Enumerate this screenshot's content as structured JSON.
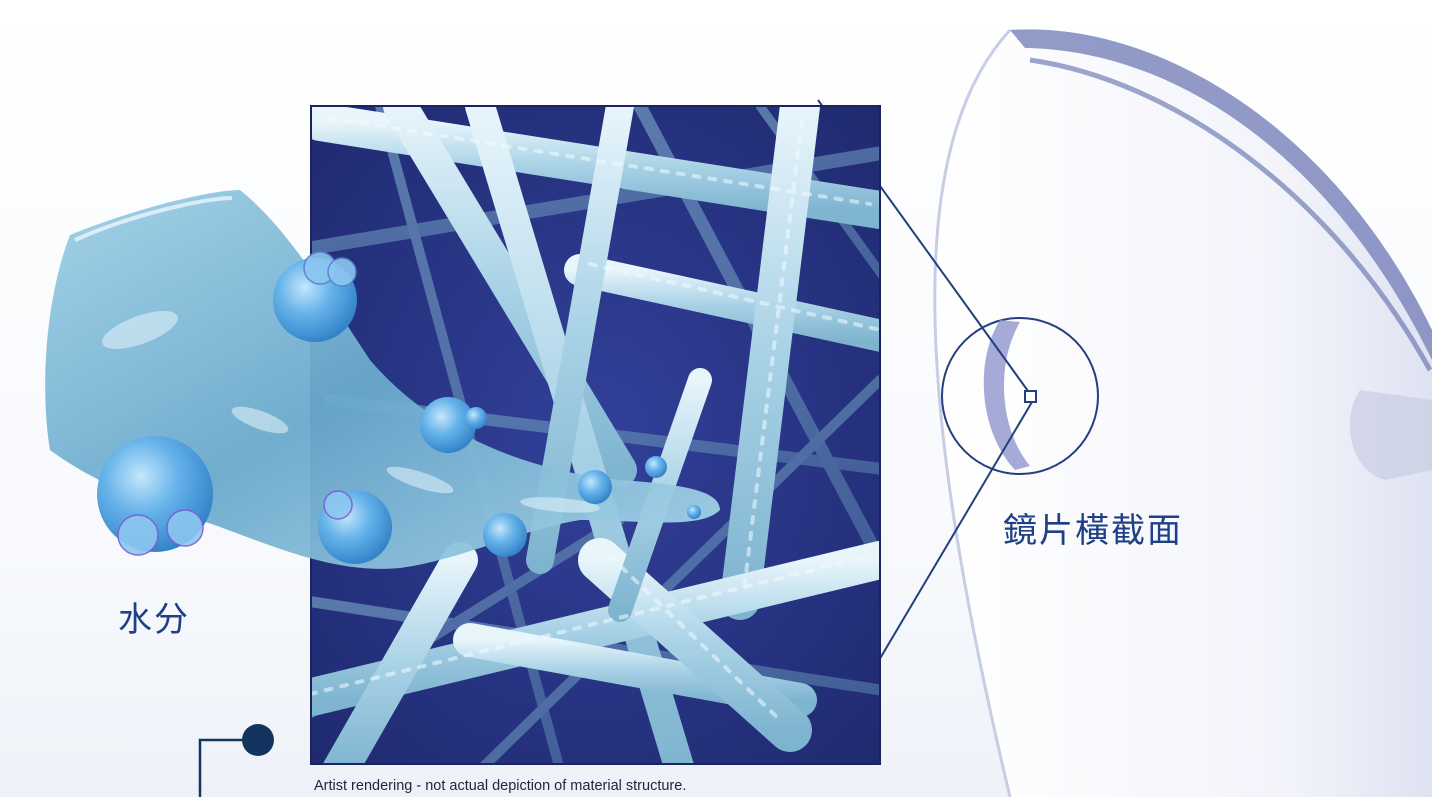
{
  "labels": {
    "water": "水分",
    "lens_cross_section": "鏡片橫截面"
  },
  "caption": "Artist rendering - not actual depiction of material structure.",
  "colors": {
    "label_text": "#1f3f86",
    "panel_bg": "#2c3a8e",
    "fiber": "#b9dcec",
    "droplet": "#5aaee6",
    "lens_edge": "#5b6aa8",
    "connector": "#233f7e",
    "marker_dot": "#13345f"
  },
  "icons": {
    "water_droplets": "molecule-spheres",
    "lens_zoom_marker": "square-marker",
    "callout_bullet": "circle-bullet"
  }
}
